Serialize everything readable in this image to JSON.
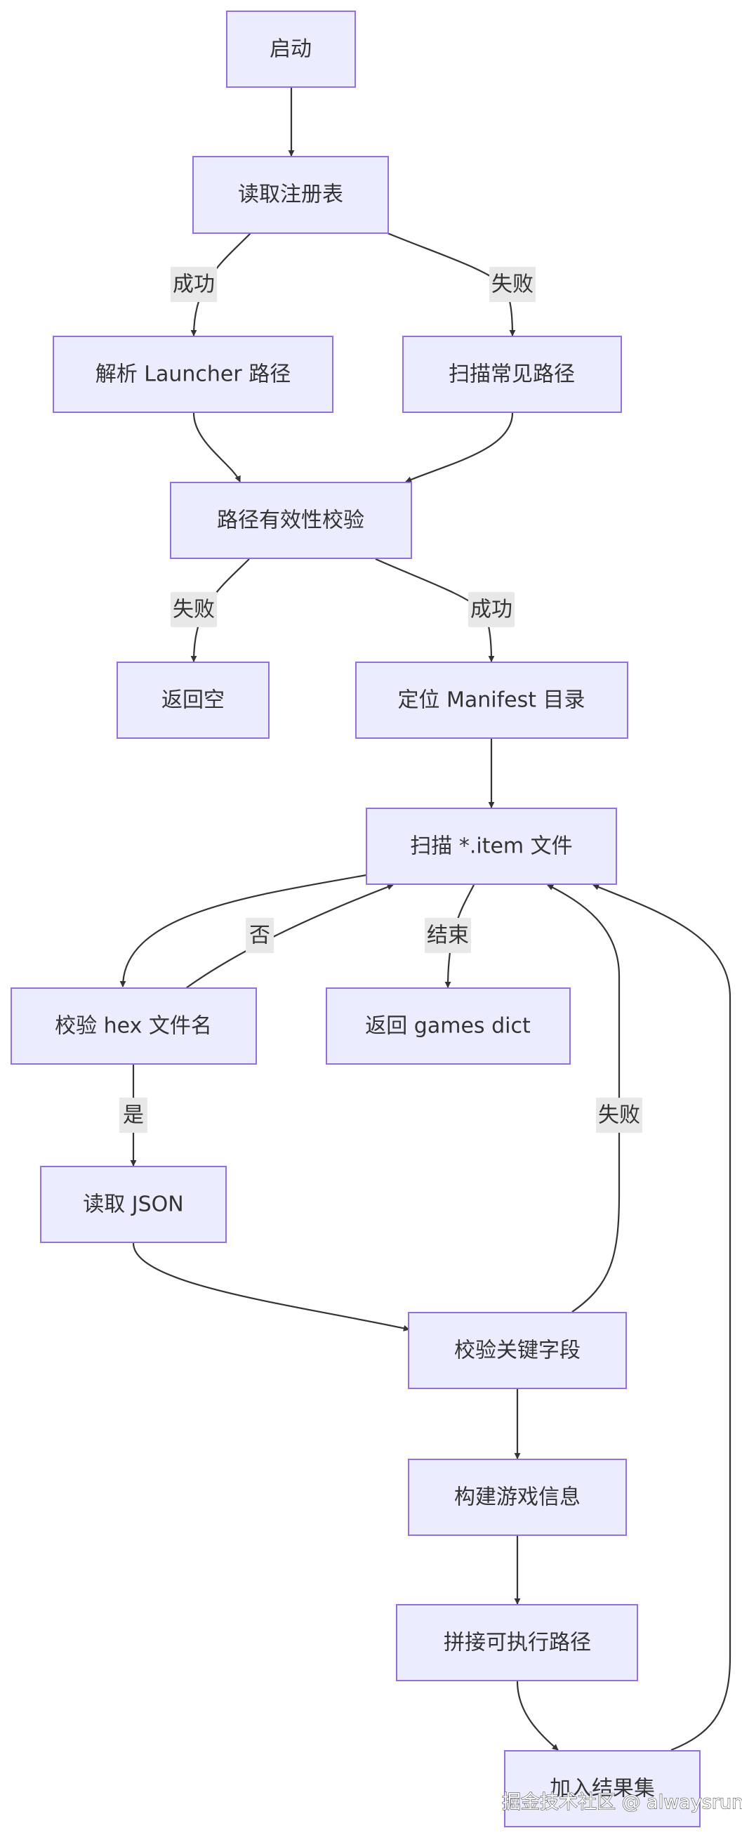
{
  "nodes": {
    "start": "启动",
    "read_registry": "读取注册表",
    "parse_launcher": "解析 Launcher 路径",
    "scan_common": "扫描常见路径",
    "validate_path": "路径有效性校验",
    "return_empty": "返回空",
    "locate_manifest": "定位 Manifest 目录",
    "scan_items": "扫描 *.item 文件",
    "check_hex": "校验 hex 文件名",
    "return_games": "返回 games dict",
    "read_json": "读取 JSON",
    "check_fields": "校验关键字段",
    "build_info": "构建游戏信息",
    "join_path": "拼接可执行路径",
    "add_result": "加入结果集"
  },
  "edge_labels": {
    "registry_success": "成功",
    "registry_fail": "失败",
    "path_fail": "失败",
    "path_success": "成功",
    "hex_no": "否",
    "scan_end": "结束",
    "hex_yes": "是",
    "fields_fail": "失败"
  },
  "watermark": "掘金技术社区 @ alwaysrun",
  "colors": {
    "node_fill": "#ECECFF",
    "node_stroke": "#9370DB",
    "edge": "#333333",
    "label_bg": "#e8e8e8"
  }
}
